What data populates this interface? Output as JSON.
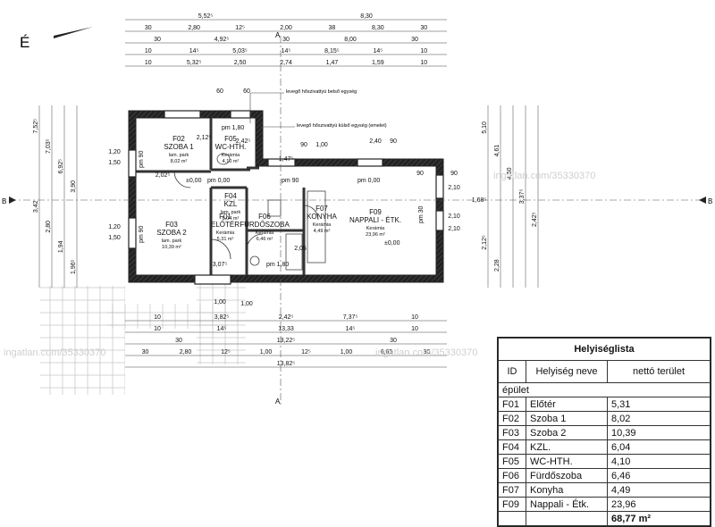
{
  "north_label": "É",
  "rooms": [
    {
      "code": "F02",
      "name": "SZOBA 1",
      "finish": "lam. park",
      "area": "8,02 m²"
    },
    {
      "code": "F05",
      "name": "WC-HTH.",
      "finish": "Kerámia",
      "area": "4,10 m²"
    },
    {
      "code": "F04",
      "name": "KZL",
      "finish": "lam. park",
      "area": "6,04 m²"
    },
    {
      "code": "F03",
      "name": "SZOBA 2",
      "finish": "lam. park",
      "area": "10,39 m²"
    },
    {
      "code": "F01",
      "name": "ELŐTÉR",
      "finish": "Kerámia",
      "area": "5,31 m²"
    },
    {
      "code": "F06",
      "name": "FÜRDŐSZOBA",
      "finish": "Kerámia",
      "area": "6,46 m²"
    },
    {
      "code": "F07",
      "name": "KONYHA",
      "finish": "Kerámia",
      "area": "4,49 m²"
    },
    {
      "code": "F09",
      "name": "NAPPALI - ÉTK.",
      "finish": "Kerámia",
      "area": "23,96 m²"
    }
  ],
  "levels": {
    "kzl": "±0,00",
    "pm_kzl": "pm 0,00",
    "living": "±0,00",
    "pm_living": "pm 0,00",
    "pm_wc": "pm 1,80",
    "pm_bath": "pm 1,80",
    "pm_room1": "pm 90",
    "pm_room2": "pm 90",
    "pm_kitchen": "pm 90",
    "pm_living_right": "pm 30"
  },
  "notes": {
    "vent_inner": "levegő hőszivattyú belső egység",
    "vent_outer": "levegő hőszivattyú külső egység (emelet)"
  },
  "section_marks": {
    "aa": "A",
    "bb": "B"
  },
  "dims_top": [
    [
      "5,52⁵",
      "8,30"
    ],
    [
      "30",
      "2,80",
      "12⁵",
      "2,00",
      "38",
      "8,30",
      "30"
    ],
    [
      "30",
      "4,92⁵",
      "30",
      "8,00",
      "30"
    ],
    [
      "10",
      "14⁵",
      "5,03⁵",
      "14⁵",
      "8,15⁵",
      "14⁵",
      "10"
    ],
    [
      "10",
      "5,32⁵",
      "2,50",
      "2,74",
      "1,47",
      "1,59",
      "10"
    ]
  ],
  "dims_bottom": [
    [
      "10",
      "3,82⁵",
      "2,42⁵",
      "7,37⁵",
      "10"
    ],
    [
      "10",
      "14⁵",
      "13,33",
      "14⁵",
      "10"
    ],
    [
      "30",
      "13,22⁵",
      "30"
    ],
    [
      "30",
      "2,80",
      "12⁵",
      "1,00",
      "12⁵",
      "1,00",
      "6,65",
      "30"
    ],
    [
      "13,82⁵"
    ]
  ],
  "dims_left": [
    "7,52⁵",
    "7,03⁵",
    "6,92⁵",
    "3,90",
    "3,42",
    "2,80",
    "1,94",
    "1,96⁵"
  ],
  "dims_right": [
    "5,10",
    "4,61",
    "4,50",
    "3,37⁵",
    "2,42⁵",
    "2,12⁵",
    "2,28"
  ],
  "dims_misc": [
    "60",
    "60",
    "1,20",
    "1,50",
    "1,20",
    "1,50",
    "2,02⁵",
    "2,12⁵",
    "2,42⁵",
    "3,07⁵",
    "1,00",
    "2,10",
    "90",
    "2,10",
    "90",
    "2,40",
    "90",
    "90",
    "1,00",
    "1,00",
    "2,05",
    "1,47⁵",
    "1,68⁵",
    "2,10"
  ],
  "watermarks": [
    "ingatlan.com/35330370",
    "ingatlan.com/35330370",
    "ingatlan.com/35330370"
  ],
  "legend": {
    "title": "Helyiséglista",
    "headers": [
      "ID",
      "Helyiség neve",
      "nettó terület"
    ],
    "group": "épület",
    "rows": [
      [
        "F01",
        "Előtér",
        "5,31"
      ],
      [
        "F02",
        "Szoba 1",
        "8,02"
      ],
      [
        "F03",
        "Szoba 2",
        "10,39"
      ],
      [
        "F04",
        "KZL.",
        "6,04"
      ],
      [
        "F05",
        "WC-HTH.",
        "4,10"
      ],
      [
        "F06",
        "Fürdőszoba",
        "6,46"
      ],
      [
        "F07",
        "Konyha",
        "4,49"
      ],
      [
        "F09",
        "Nappali - Étk.",
        "23,96"
      ]
    ],
    "total": "68,77 m²"
  }
}
